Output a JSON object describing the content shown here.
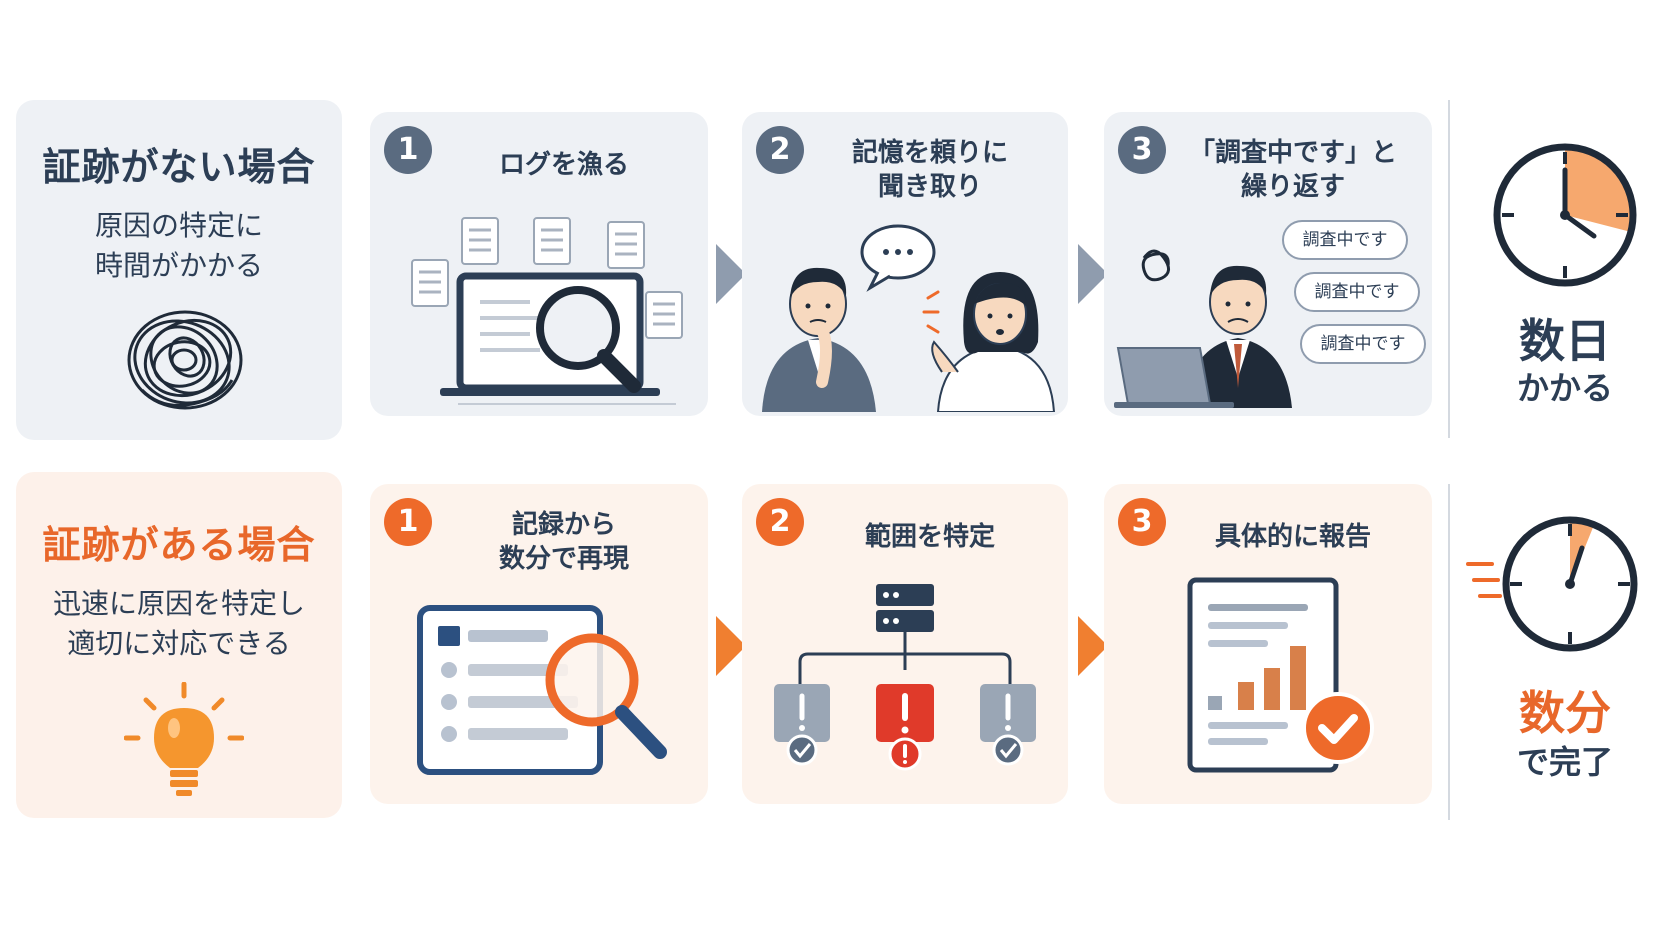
{
  "without": {
    "title": "証跡がない場合",
    "desc_line1": "原因の特定に",
    "desc_line2": "時間がかかる",
    "steps": [
      {
        "num": "1",
        "line1": "ログを漁る",
        "line2": ""
      },
      {
        "num": "2",
        "line1": "記憶を頼りに",
        "line2": "聞き取り"
      },
      {
        "num": "3",
        "line1": "「調査中です」と",
        "line2": "繰り返す"
      }
    ],
    "bubbles": [
      "調査中です",
      "調査中です",
      "調査中です"
    ],
    "result_big": "数日",
    "result_small": "かかる"
  },
  "with": {
    "title": "証跡がある場合",
    "desc_line1": "迅速に原因を特定し",
    "desc_line2": "適切に対応できる",
    "steps": [
      {
        "num": "1",
        "line1": "記録から",
        "line2": "数分で再現"
      },
      {
        "num": "2",
        "line1": "範囲を特定",
        "line2": ""
      },
      {
        "num": "3",
        "line1": "具体的に報告",
        "line2": ""
      }
    ],
    "result_big": "数分",
    "result_small": "で完了"
  },
  "colors": {
    "navy": "#2c3e55",
    "slate": "#5a6b80",
    "orange": "#ee6a2a",
    "red": "#e03a2a",
    "card_gray": "#eef1f5",
    "card_peach": "#fdf3ec"
  },
  "icons": {
    "without_case": "tangled-scribble-icon",
    "with_case": "lightbulb-icon",
    "clock_slow": "clock-icon",
    "clock_fast": "stopwatch-icon"
  }
}
